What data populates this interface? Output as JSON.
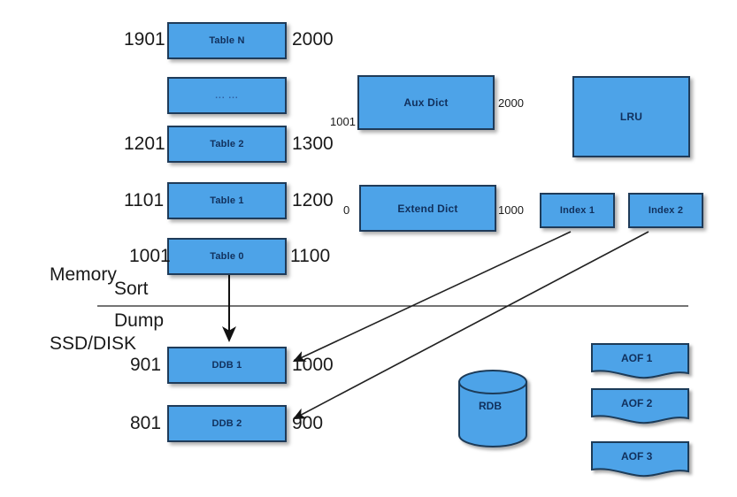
{
  "diagram": {
    "title": "Memory / SSD-DISK storage layout",
    "colors": {
      "box_fill": "#4da3e8",
      "box_border": "#1f3b59",
      "box_text": "#11305c",
      "label_text": "#1a1a1a",
      "background": "#ffffff",
      "line": "#222222"
    },
    "tiers": [
      {
        "label": "Memory"
      },
      {
        "label": "Sort"
      },
      {
        "label": "Dump"
      },
      {
        "label": "SSD/DISK"
      }
    ],
    "memory_tables": [
      {
        "name": "Table N",
        "start": "1901",
        "end": "2000"
      },
      {
        "name": "... ...",
        "start": "",
        "end": ""
      },
      {
        "name": "Table 2",
        "start": "1201",
        "end": "1300"
      },
      {
        "name": "Table 1",
        "start": "1101",
        "end": "1200"
      },
      {
        "name": "Table 0",
        "start": "1001",
        "end": "1100"
      }
    ],
    "dicts": [
      {
        "name": "Aux Dict",
        "start": "1001",
        "end": "2000"
      },
      {
        "name": "Extend Dict",
        "start": "0",
        "end": "1000"
      }
    ],
    "cache": {
      "name": "LRU"
    },
    "indexes": [
      {
        "name": "Index 1"
      },
      {
        "name": "Index 2"
      }
    ],
    "disk_tables": [
      {
        "name": "DDB 1",
        "start": "901",
        "end": "1000"
      },
      {
        "name": "DDB 2",
        "start": "801",
        "end": "900"
      }
    ],
    "rdb": {
      "name": "RDB"
    },
    "aofs": [
      {
        "name": "AOF 1"
      },
      {
        "name": "AOF 2"
      },
      {
        "name": "AOF 3"
      }
    ],
    "arrows": [
      {
        "name": "table0-to-ddb1",
        "kind": "dump-arrow"
      },
      {
        "name": "index1-to-ddb1",
        "kind": "index-arrow"
      },
      {
        "name": "index2-to-ddb2",
        "kind": "index-arrow"
      }
    ],
    "divider": {
      "name": "memory-disk-divider"
    }
  }
}
